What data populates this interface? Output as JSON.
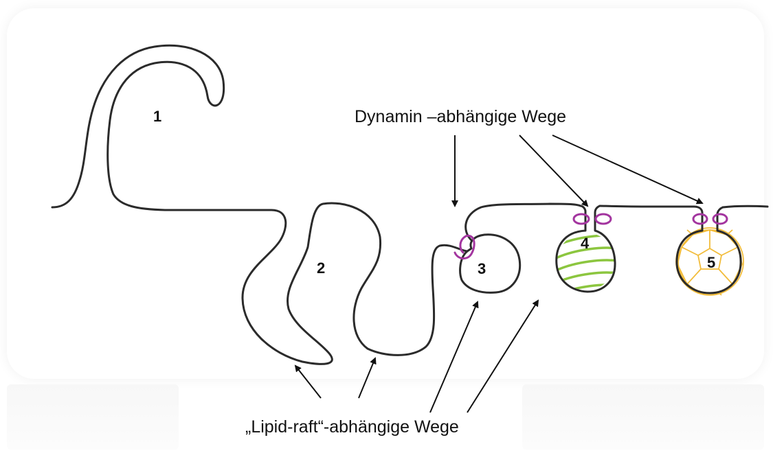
{
  "labels": {
    "pathway_1": "1",
    "pathway_2": "2",
    "pathway_3": "3",
    "pathway_4": "4",
    "pathway_5": "5",
    "dynamin_dependent": "Dynamin –abhängige Wege",
    "lipid_raft_dependent": "„Lipid-raft“-abhängige Wege"
  },
  "colors": {
    "membrane": "#2b2b2b",
    "dynamin": "#a3359f",
    "caveolin_coat": "#8cc63f",
    "clathrin_coat": "#f2bc3a",
    "arrow": "#111111"
  }
}
